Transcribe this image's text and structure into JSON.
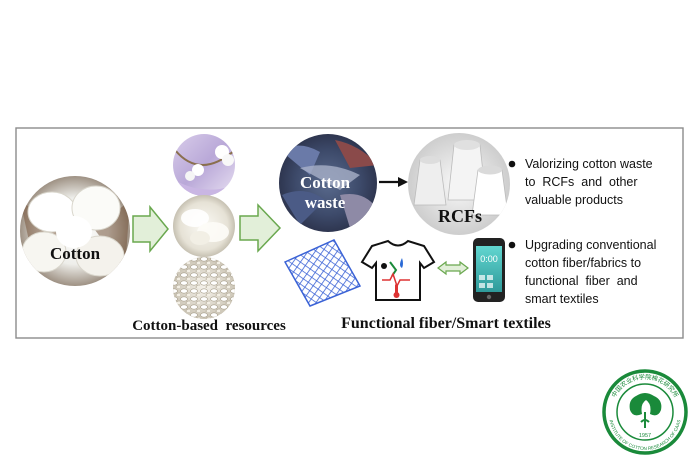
{
  "figure": {
    "cotton_label": "Cotton",
    "resources_label": "Cotton-based  resources",
    "waste_label_line1": "Cotton",
    "waste_label_line2": "waste",
    "rcfs_label": "RCFs",
    "functional_label": "Functional fiber/Smart textiles",
    "phone_display": "0:00",
    "bullets": [
      {
        "lines": [
          "Valorizing cotton waste",
          "to  RCFs  and  other",
          "valuable products"
        ]
      },
      {
        "lines": [
          "Upgrading conventional",
          "cotton fiber/fabrics to",
          "functional  fiber  and",
          "smart textiles"
        ]
      }
    ]
  },
  "logo": {
    "text_top": "中国农业科学院棉花研究所",
    "text_bottom": "INSTITUTE OF COTTON RESEARCH OF CAAS",
    "year": "1957"
  },
  "colors": {
    "frame": "#8c8c8c",
    "block_arrow_fill": "#e2efd9",
    "block_arrow_stroke": "#6aa84f",
    "mesh": "#3b63d6",
    "logo_green": "#1a8a3a"
  }
}
